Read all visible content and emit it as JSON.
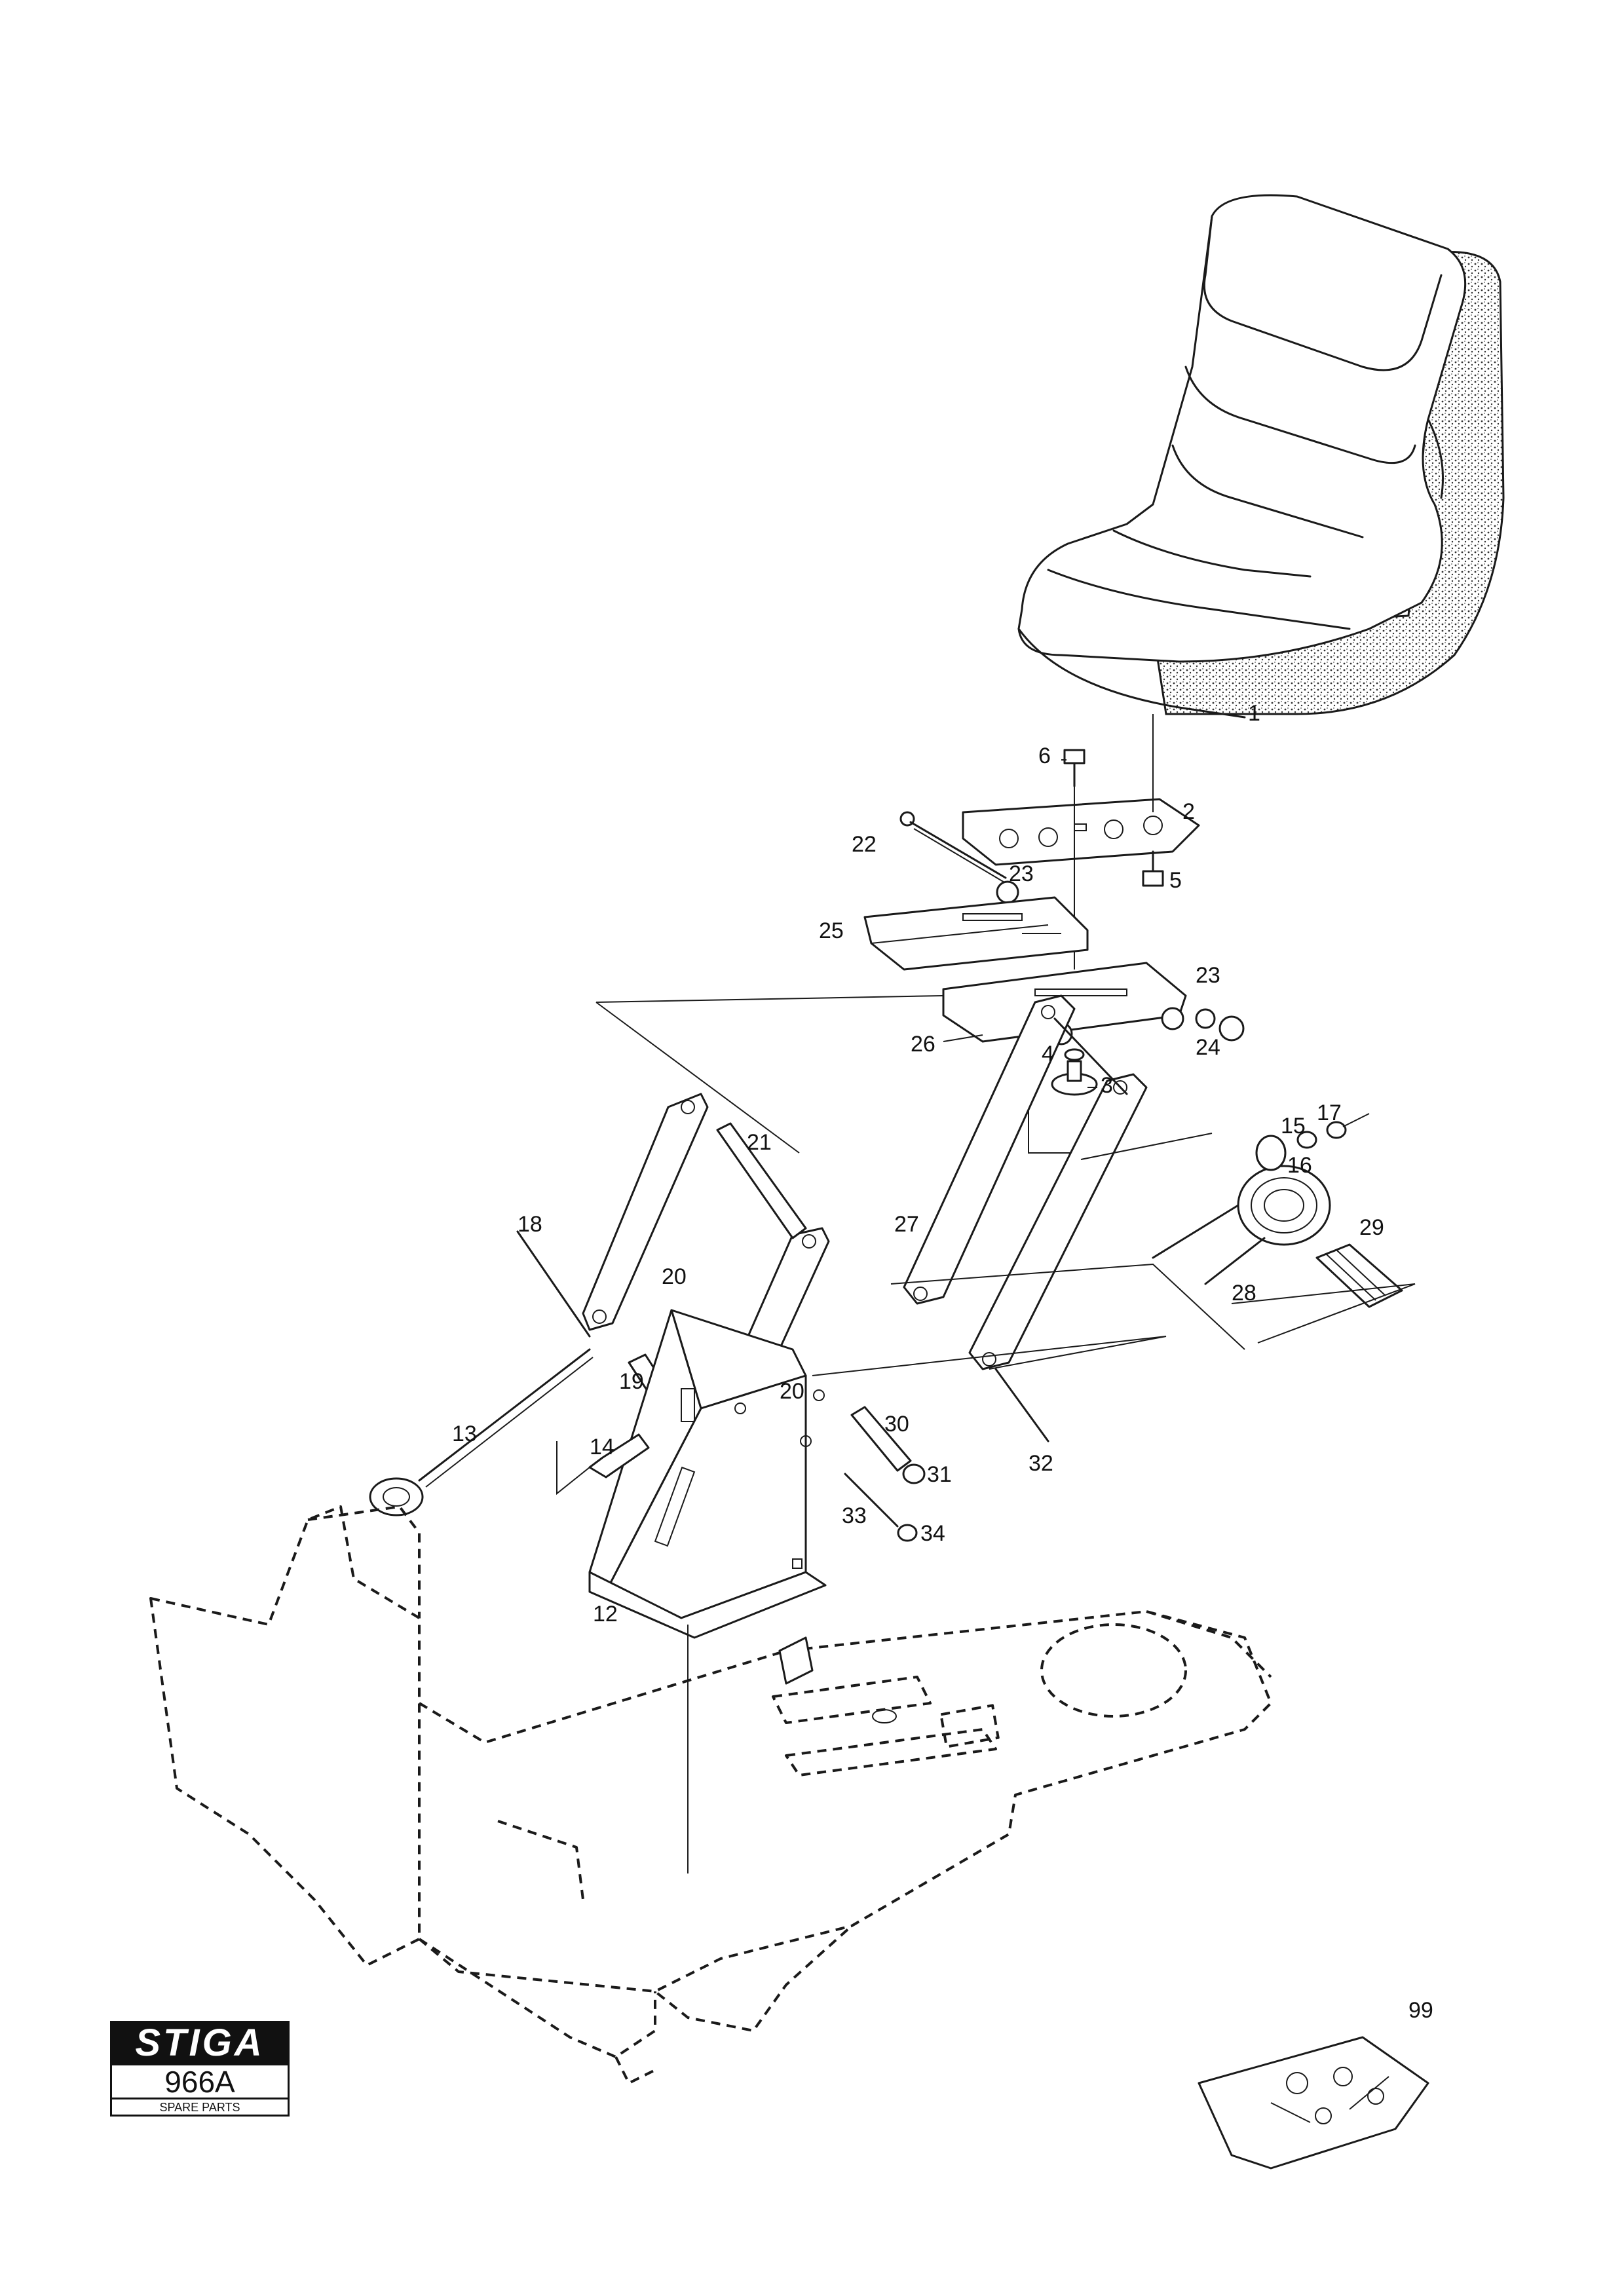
{
  "logo": {
    "brand": "STIGA",
    "model": "966A",
    "caption": "SPARE PARTS"
  },
  "callouts": [
    "1",
    "2",
    "3",
    "4",
    "5",
    "6",
    "12",
    "13",
    "14",
    "15",
    "16",
    "17",
    "18",
    "19",
    "20",
    "20",
    "21",
    "22",
    "23",
    "23",
    "24",
    "25",
    "26",
    "27",
    "28",
    "29",
    "30",
    "31",
    "32",
    "33",
    "34",
    "99"
  ],
  "colors": {
    "ink": "#1a1a1a",
    "paper": "#ffffff"
  }
}
